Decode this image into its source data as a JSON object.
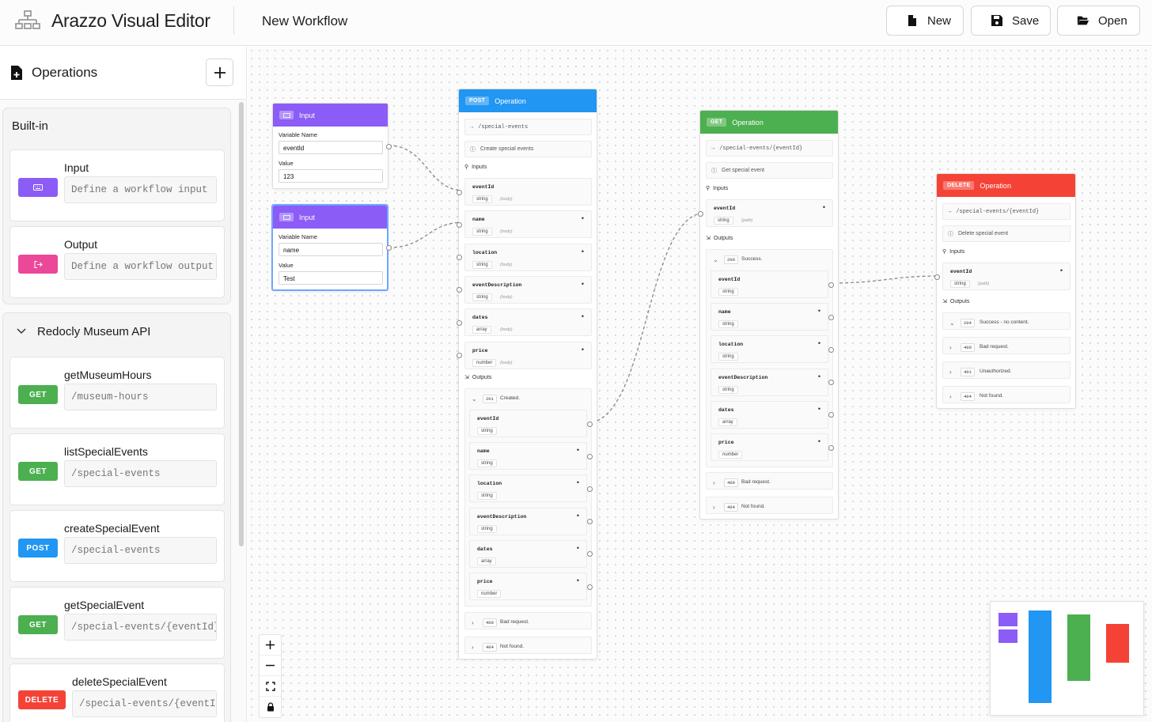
{
  "header": {
    "app_title": "Arazzo Visual Editor",
    "workflow_name": "New Workflow",
    "buttons": {
      "new": "New",
      "save": "Save",
      "open": "Open"
    }
  },
  "sidebar": {
    "title": "Operations",
    "builtin": {
      "title": "Built-in",
      "items": [
        {
          "name": "Input",
          "desc": "Define a workflow input",
          "color": "#8b5cf6",
          "icon": "keyboard-icon"
        },
        {
          "name": "Output",
          "desc": "Define a workflow output",
          "color": "#ec4899",
          "icon": "logout-icon"
        }
      ]
    },
    "api": {
      "title": "Redocly Museum API",
      "items": [
        {
          "name": "getMuseumHours",
          "method": "GET",
          "path": "/museum-hours",
          "color": "#4caf50"
        },
        {
          "name": "listSpecialEvents",
          "method": "GET",
          "path": "/special-events",
          "color": "#4caf50"
        },
        {
          "name": "createSpecialEvent",
          "method": "POST",
          "path": "/special-events",
          "color": "#2196f3"
        },
        {
          "name": "getSpecialEvent",
          "method": "GET",
          "path": "/special-events/{eventId}",
          "color": "#4caf50"
        },
        {
          "name": "deleteSpecialEvent",
          "method": "DELETE",
          "path": "/special-events/{eventId}",
          "color": "#f44336"
        }
      ]
    }
  },
  "nodes": {
    "input1": {
      "title": "Input",
      "var_label": "Variable Name",
      "var_value": "eventId",
      "val_label": "Value",
      "val_value": "123",
      "color": "#8b5cf6"
    },
    "input2": {
      "title": "Input",
      "var_label": "Variable Name",
      "var_value": "name",
      "val_label": "Value",
      "val_value": "Test",
      "color": "#8b5cf6"
    },
    "post": {
      "method": "POST",
      "title": "Operation",
      "path": "/special-events",
      "summary": "Create special events",
      "color": "#2196f3",
      "inputs_label": "Inputs",
      "inputs": [
        {
          "name": "eventId",
          "type": "string",
          "loc": "(body)",
          "req": ""
        },
        {
          "name": "name",
          "type": "string",
          "loc": "(body)",
          "req": "•"
        },
        {
          "name": "location",
          "type": "string",
          "loc": "(body)",
          "req": "•"
        },
        {
          "name": "eventDescription",
          "type": "string",
          "loc": "(body)",
          "req": "•"
        },
        {
          "name": "dates",
          "type": "array",
          "loc": "(body)",
          "req": "•"
        },
        {
          "name": "price",
          "type": "number",
          "loc": "(body)",
          "req": "•"
        }
      ],
      "outputs_label": "Outputs",
      "response": {
        "code": "201",
        "text": "Created."
      },
      "outputs": [
        {
          "name": "eventId",
          "type": "string",
          "req": ""
        },
        {
          "name": "name",
          "type": "string",
          "req": "•"
        },
        {
          "name": "location",
          "type": "string",
          "req": "•"
        },
        {
          "name": "eventDescription",
          "type": "string",
          "req": "•"
        },
        {
          "name": "dates",
          "type": "array",
          "req": "•"
        },
        {
          "name": "price",
          "type": "number",
          "req": "•"
        }
      ],
      "other": [
        {
          "code": "400",
          "text": "Bad request."
        },
        {
          "code": "404",
          "text": "Not found."
        }
      ]
    },
    "get": {
      "method": "GET",
      "title": "Operation",
      "path": "/special-events/{eventId}",
      "summary": "Get special event",
      "color": "#4caf50",
      "inputs_label": "Inputs",
      "inputs": [
        {
          "name": "eventId",
          "type": "string",
          "loc": "(path)",
          "req": "•"
        }
      ],
      "outputs_label": "Outputs",
      "response": {
        "code": "200",
        "text": "Success."
      },
      "outputs": [
        {
          "name": "eventId",
          "type": "string",
          "req": ""
        },
        {
          "name": "name",
          "type": "string",
          "req": "•"
        },
        {
          "name": "location",
          "type": "string",
          "req": "•"
        },
        {
          "name": "eventDescription",
          "type": "string",
          "req": "•"
        },
        {
          "name": "dates",
          "type": "array",
          "req": "•"
        },
        {
          "name": "price",
          "type": "number",
          "req": "•"
        }
      ],
      "other": [
        {
          "code": "400",
          "text": "Bad request."
        },
        {
          "code": "404",
          "text": "Not found."
        }
      ]
    },
    "delete": {
      "method": "DELETE",
      "title": "Operation",
      "path": "/special-events/{eventId}",
      "summary": "Delete special event",
      "color": "#f44336",
      "inputs_label": "Inputs",
      "inputs": [
        {
          "name": "eventId",
          "type": "string",
          "loc": "(path)",
          "req": "•"
        }
      ],
      "outputs_label": "Outputs",
      "responses": [
        {
          "code": "204",
          "text": "Success - no content.",
          "open": true
        },
        {
          "code": "400",
          "text": "Bad request."
        },
        {
          "code": "401",
          "text": "Unauthorized."
        },
        {
          "code": "404",
          "text": "Not found."
        }
      ]
    }
  }
}
